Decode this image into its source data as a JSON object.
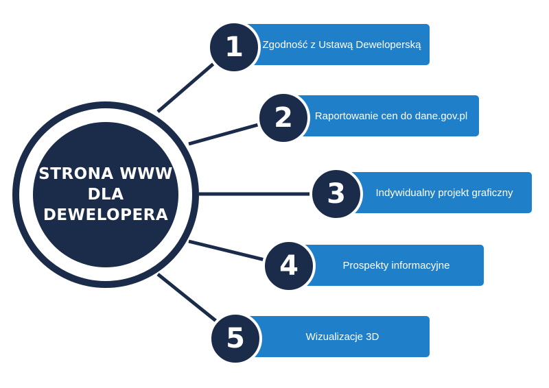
{
  "hub": {
    "title_lines": [
      "STRONA WWW",
      "DLA",
      "DEWELOPERA"
    ]
  },
  "items": [
    {
      "number": "1",
      "label": "Zgodność z Ustawą Deweloperską"
    },
    {
      "number": "2",
      "label": "Raportowanie cen do dane.gov.pl"
    },
    {
      "number": "3",
      "label": "Indywidualny projekt graficzny"
    },
    {
      "number": "4",
      "label": "Prospekty informacyjne"
    },
    {
      "number": "5",
      "label": "Wizualizacje  3D"
    }
  ],
  "colors": {
    "navy": "#1b2b4a",
    "blue": "#1f7fc9",
    "white": "#ffffff"
  }
}
